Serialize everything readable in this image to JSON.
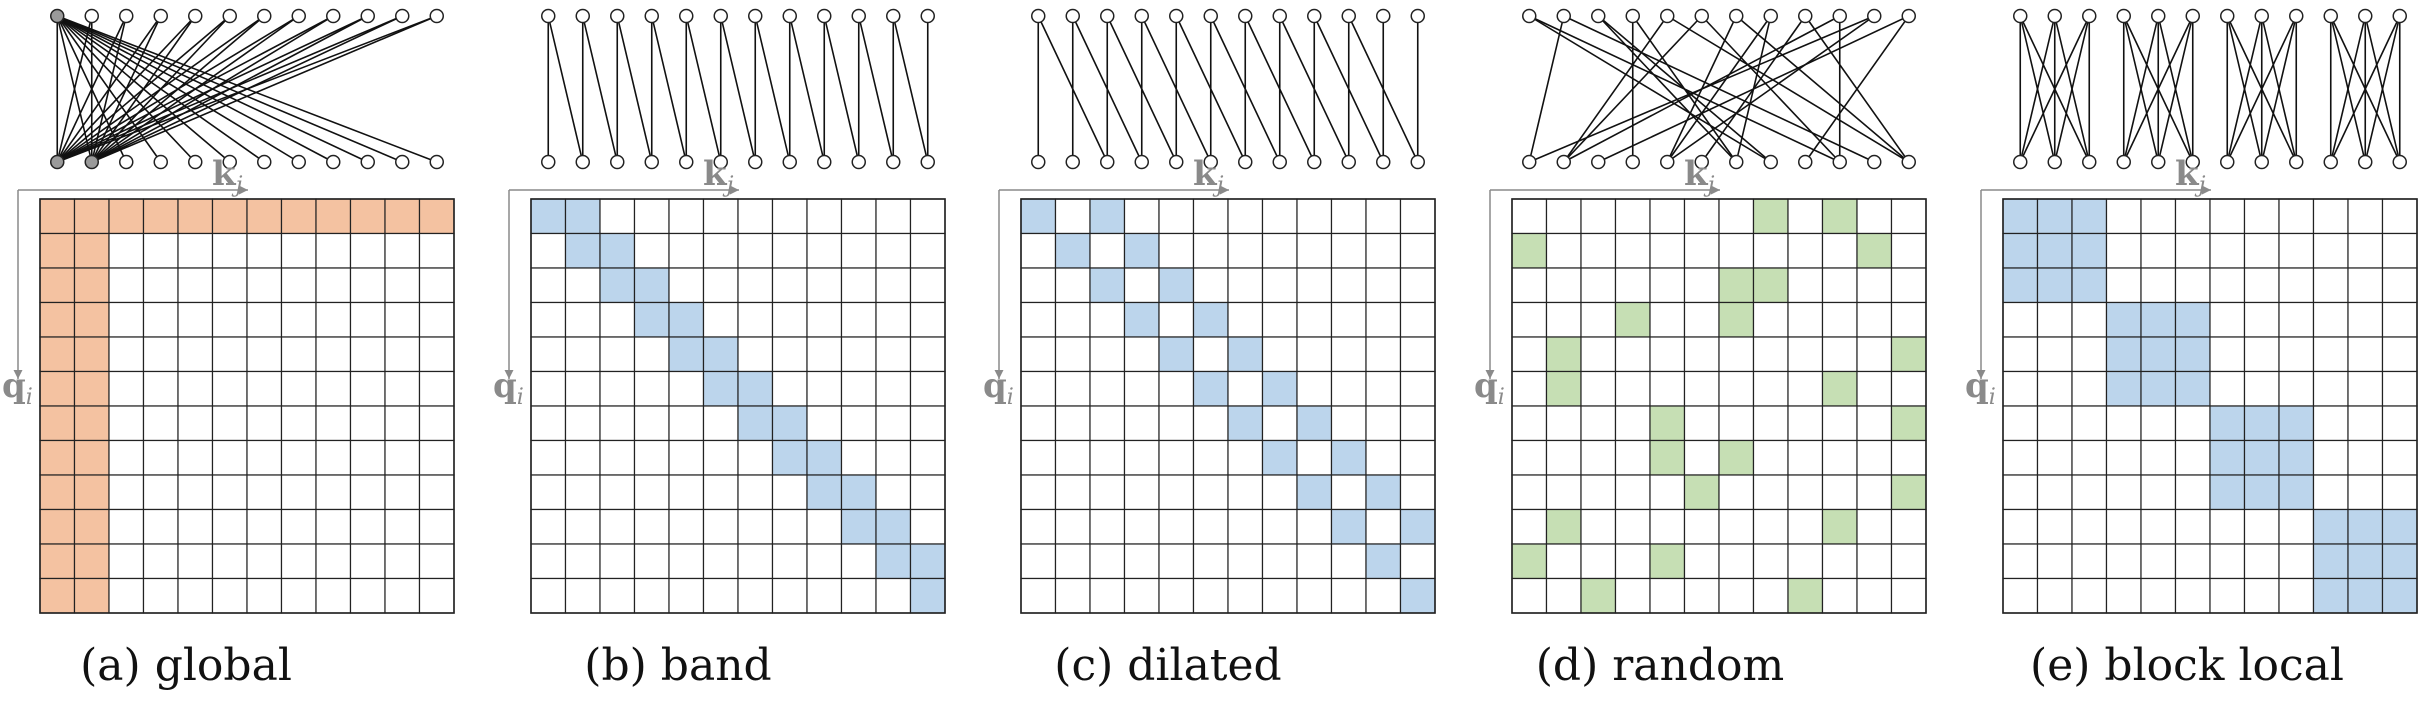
{
  "colors": {
    "global": "#f4c2a1",
    "band": "#bcd5ec",
    "dilated": "#bcd5ec",
    "random": "#c6dfb4",
    "block": "#bcd5ec",
    "grid_line": "#222222",
    "axis": "#8a8a8a",
    "node_fill_global": "#9a9a9a"
  },
  "axis": {
    "key_symbol": "k",
    "key_sub": "j",
    "query_symbol": "q",
    "query_sub": "i"
  },
  "panels": [
    {
      "id": "global",
      "letter": "(a)",
      "name": "global"
    },
    {
      "id": "band",
      "letter": "(b)",
      "name": "band"
    },
    {
      "id": "dilated",
      "letter": "(c)",
      "name": "dilated"
    },
    {
      "id": "random",
      "letter": "(d)",
      "name": "random"
    },
    {
      "id": "block",
      "letter": "(e)",
      "name": "block local"
    }
  ],
  "grid_size": 12,
  "patterns": {
    "global": {
      "rows": [
        0
      ],
      "cols": [
        0,
        1
      ]
    },
    "band": {
      "offsets": [
        0,
        1
      ]
    },
    "dilated": {
      "offsets": [
        0,
        2
      ]
    },
    "random": {
      "cells": [
        [
          0,
          7
        ],
        [
          0,
          9
        ],
        [
          1,
          0
        ],
        [
          1,
          10
        ],
        [
          2,
          6
        ],
        [
          2,
          7
        ],
        [
          3,
          3
        ],
        [
          3,
          6
        ],
        [
          4,
          1
        ],
        [
          4,
          11
        ],
        [
          5,
          1
        ],
        [
          5,
          9
        ],
        [
          6,
          4
        ],
        [
          6,
          11
        ],
        [
          7,
          4
        ],
        [
          7,
          6
        ],
        [
          8,
          5
        ],
        [
          8,
          11
        ],
        [
          9,
          1
        ],
        [
          9,
          9
        ],
        [
          10,
          0
        ],
        [
          10,
          4
        ],
        [
          11,
          2
        ],
        [
          11,
          8
        ]
      ]
    },
    "block": {
      "block_size": 3
    }
  }
}
